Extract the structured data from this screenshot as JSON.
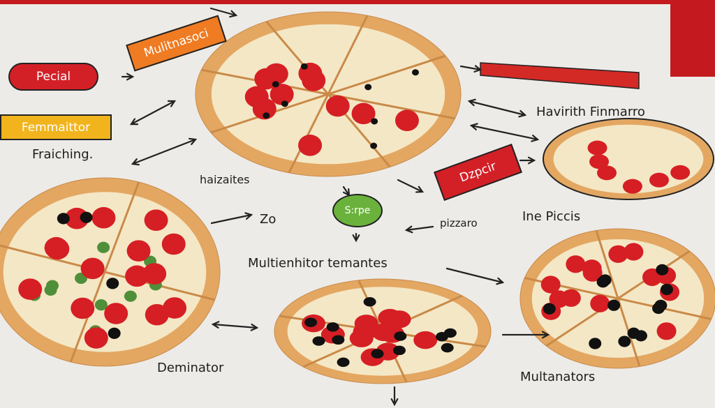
{
  "labels": {
    "orange_box": "Mulitnasoci",
    "red_pill": "Pecial",
    "yellow_box": "Femmaittor",
    "fraiching": "Fraiching.",
    "haizaites": "haizaites",
    "zo": "Zo",
    "green_circle": "S:rpe",
    "red_box": "Dzpcir",
    "top_right": "Havirith Finmarro",
    "pizzaro": "pizzaro",
    "ine_piccis": "Ine Piccis",
    "middle": "Multienhitor temantes",
    "deminator": "Deminator",
    "multanators": "Multanators"
  },
  "colors": {
    "paper": "#ecebe8",
    "red": "#d32027",
    "orange": "#ef7b22",
    "yellow": "#f1b41c",
    "green": "#6ab23c",
    "crust": "#e3a762",
    "cheese": "#f4e7c5",
    "pepperoni": "#d51f24",
    "olive": "#111111"
  },
  "icons": [
    "arrow-icon",
    "double-arrow-icon",
    "ruler-icon"
  ]
}
